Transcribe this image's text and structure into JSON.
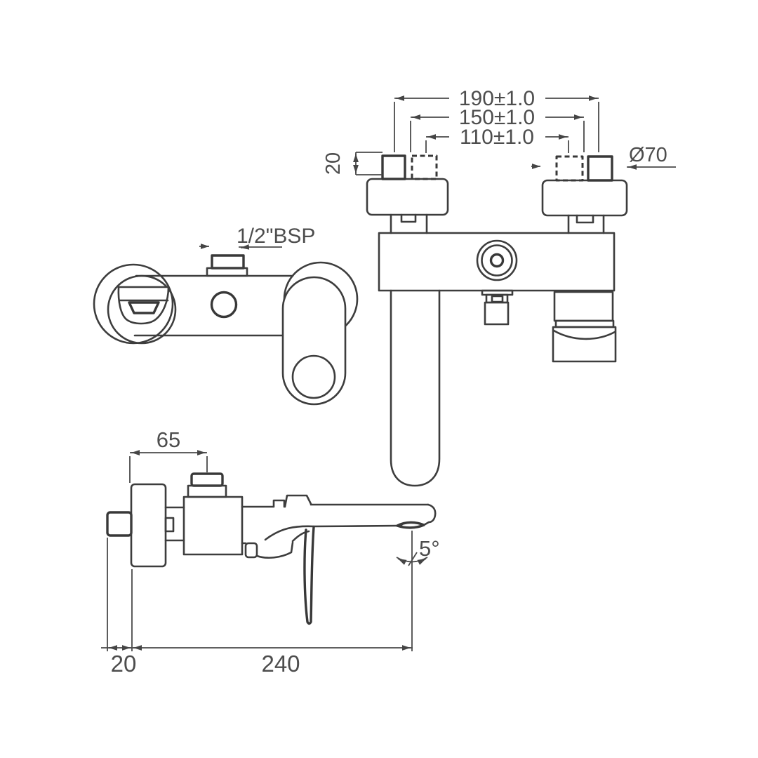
{
  "drawing": {
    "kind": "faucet technical drawing",
    "views": {
      "front": "front view (top right)",
      "top": "top view (middle left)",
      "side": "side view (bottom left)"
    }
  },
  "labels": {
    "dim_190": "190±1.0",
    "dim_150": "150±1.0",
    "dim_110": "110±1.0",
    "dia_70": "Ø70",
    "dim_20_connector": "20",
    "thread": "1/2\"BSP",
    "dim_65": "65",
    "angle_5": "5°",
    "dim_20_wall": "20",
    "dim_240": "240"
  },
  "colors": {
    "line": "#3d3d3d",
    "dimension": "#4a4a4a",
    "text": "#4d4d4d",
    "background": "#ffffff"
  }
}
